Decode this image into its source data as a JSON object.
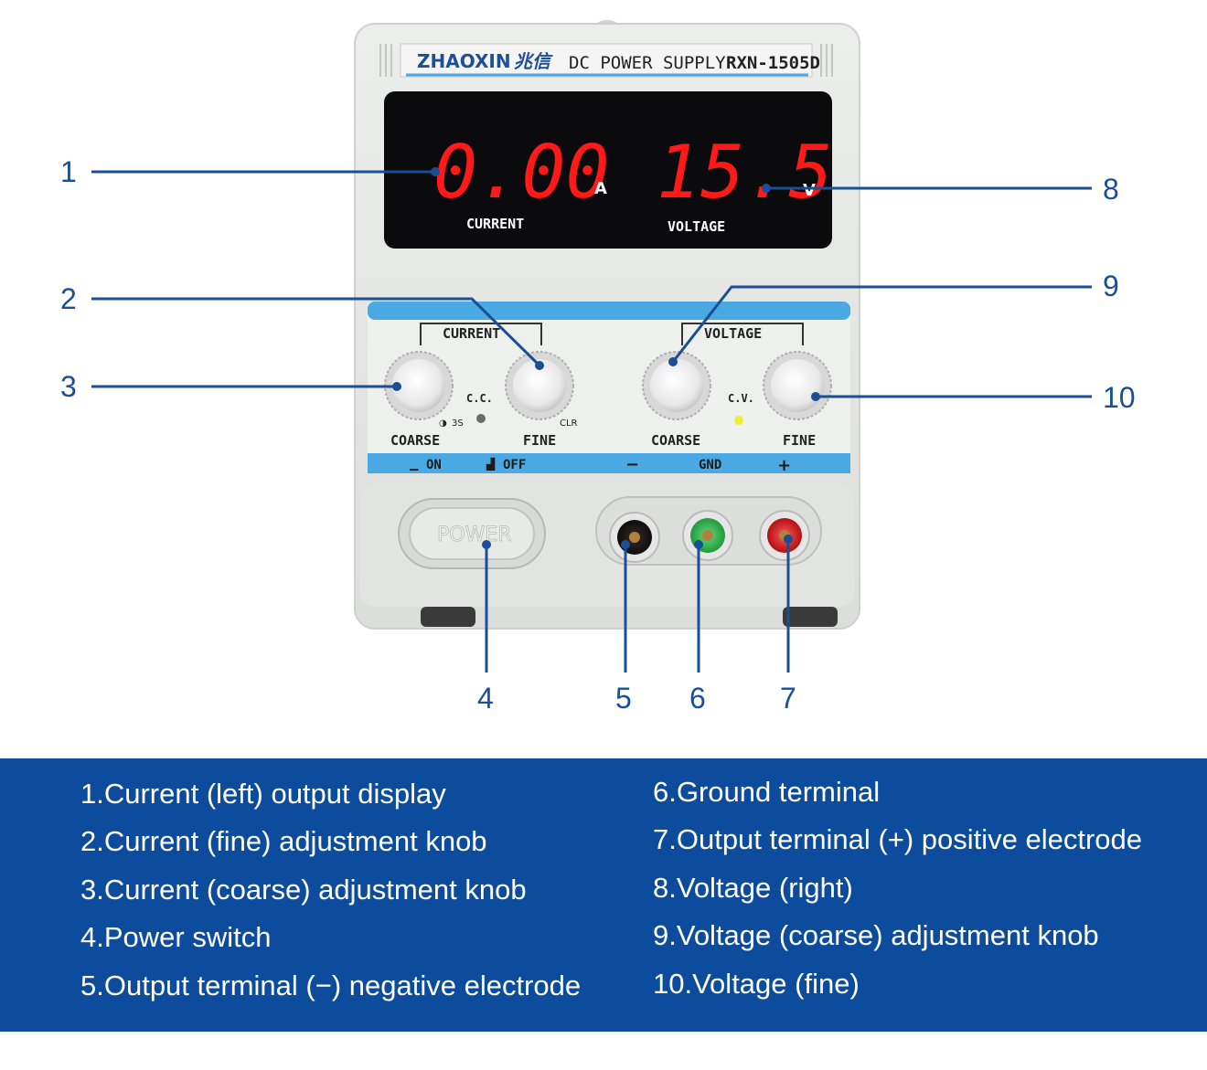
{
  "device": {
    "brand": "ZHAOXIN",
    "brand_cn": "兆信",
    "product": "DC POWER SUPPLY",
    "model": "RXN-1505D",
    "display": {
      "current_value": "0.00",
      "current_unit": "A",
      "current_label": "CURRENT",
      "voltage_value": "15.5",
      "voltage_unit": "V",
      "voltage_label": "VOLTAGE"
    },
    "panel": {
      "current_group": "CURRENT",
      "voltage_group": "VOLTAGE",
      "cc_label": "C.C.",
      "cv_label": "C.V.",
      "clr_label": "CLR",
      "hold_label": "3S",
      "current_coarse": "COARSE",
      "current_fine": "FINE",
      "voltage_coarse": "COARSE",
      "voltage_fine": "FINE",
      "on_label": "ON",
      "off_label": "OFF",
      "minus_label": "−",
      "gnd_label": "GND",
      "plus_label": "+",
      "power_label": "POWER"
    },
    "colors": {
      "body": "#e6e8e6",
      "accent_blue": "#4aa8e2",
      "segment_red": "#ff1a1a",
      "cv_led": "#e8f030",
      "terminal_green": "#2eb84a",
      "terminal_red": "#d41c1c"
    }
  },
  "callouts": [
    "1",
    "2",
    "3",
    "4",
    "5",
    "6",
    "7",
    "8",
    "9",
    "10"
  ],
  "legend": {
    "left": [
      "1.Current (left) output display",
      "2.Current (fine) adjustment knob",
      "3.Current (coarse) adjustment knob",
      "4.Power switch",
      "5.Output terminal (−) negative electrode"
    ],
    "right": [
      "6.Ground terminal",
      "7.Output terminal (+) positive electrode",
      "8.Voltage (right)",
      "9.Voltage (coarse) adjustment knob",
      "10.Voltage (fine)"
    ]
  }
}
